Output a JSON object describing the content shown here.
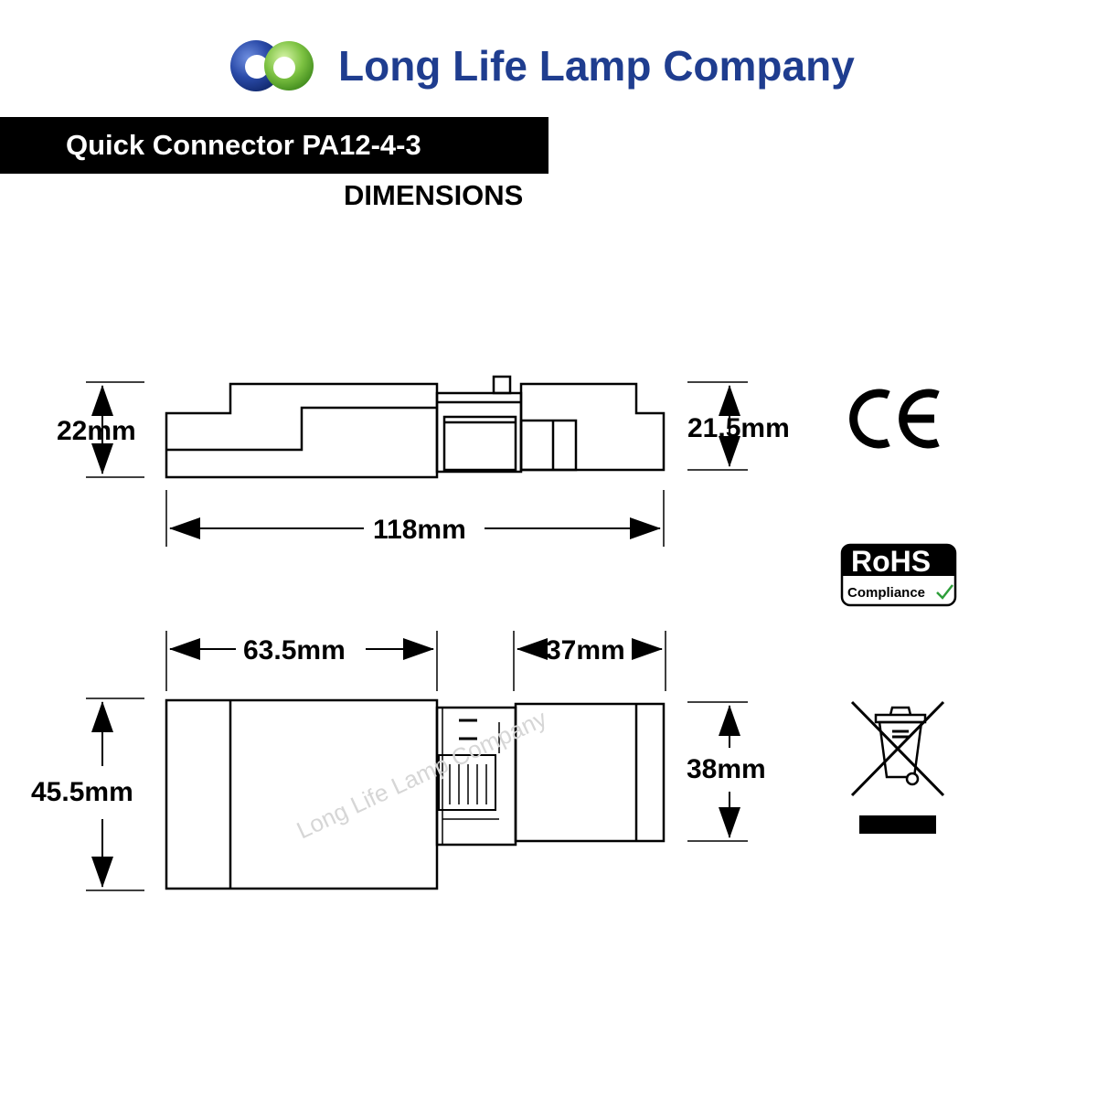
{
  "header": {
    "company_name": "Long Life Lamp Company",
    "product_title": "Quick Connector PA12-4-3",
    "section_label": "DIMENSIONS"
  },
  "brand": {
    "blue": "#1f3d8f",
    "green": "#7dc242"
  },
  "watermark": "Long Life Lamp Company",
  "side_view": {
    "height_left": "22mm",
    "height_right": "21.5mm",
    "total_length": "118mm"
  },
  "top_view": {
    "left_length": "63.5mm",
    "right_length": "37mm",
    "height_left": "45.5mm",
    "height_right": "38mm"
  },
  "certifications": {
    "ce_mark": "CE",
    "rohs_title": "RoHS",
    "rohs_subtitle": "Compliance",
    "weee_icon": "crossed-out-wheelie-bin-icon"
  }
}
